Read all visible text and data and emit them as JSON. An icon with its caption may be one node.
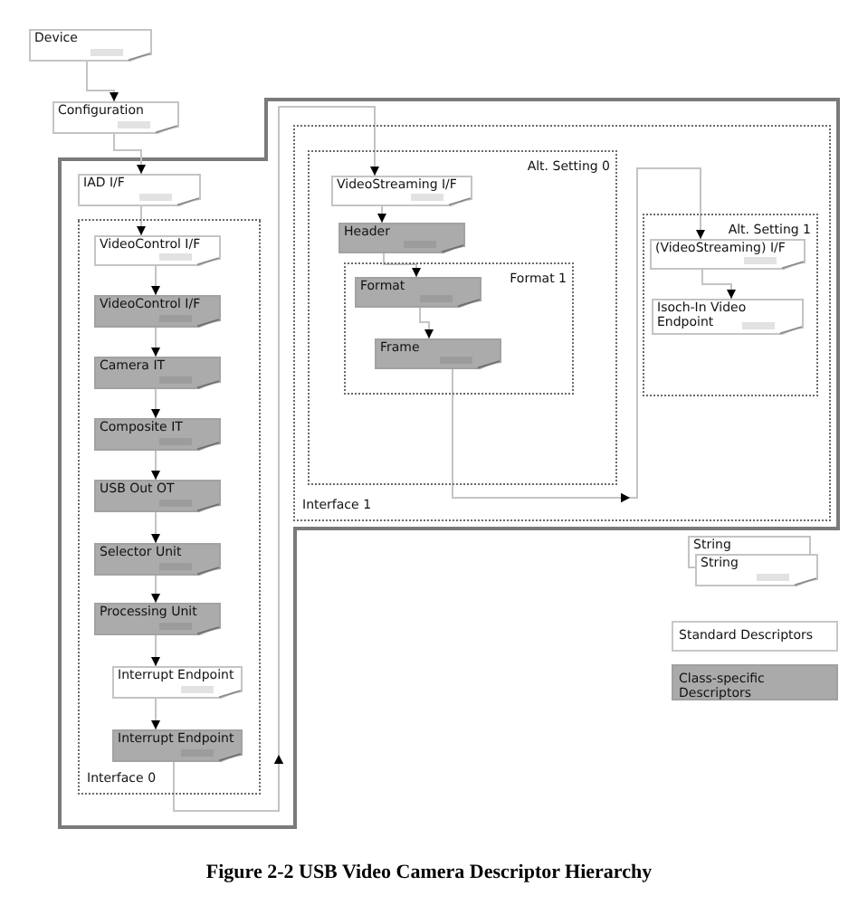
{
  "diagram": {
    "caption": "Figure 2-2 USB Video Camera Descriptor Hierarchy",
    "nodes": [
      {
        "text": [
          "Device"
        ]
      },
      {
        "text": [
          "Configuration"
        ]
      },
      {
        "text": [
          "IAD I/F"
        ]
      },
      {
        "text": [
          "Interface 0"
        ]
      },
      {
        "text": [
          "VideoControl I/F"
        ],
        "in": 3
      },
      {
        "text": [
          "VideoControl I/F"
        ],
        "in": 3
      },
      {
        "text": [
          "Camera IT"
        ],
        "in": 3
      },
      {
        "text": [
          "Composite IT"
        ],
        "in": 3
      },
      {
        "text": [
          "USB Out OT"
        ],
        "in": 3
      },
      {
        "text": [
          "Selector Unit"
        ],
        "in": 3
      },
      {
        "text": [
          "Processing Unit"
        ],
        "in": 3
      },
      {
        "text": [
          "Interrupt Endpoint"
        ],
        "in": 3
      },
      {
        "text": [
          "Interrupt Endpoint"
        ],
        "in": 3
      },
      {
        "text": [
          "Interface 1"
        ]
      },
      {
        "text": [
          "Alt. Setting 0"
        ],
        "in": 13
      },
      {
        "text": [
          "VideoStreaming I/F"
        ],
        "in": 14
      },
      {
        "text": [
          "Header"
        ],
        "in": 14
      },
      {
        "text": [
          "Format 1"
        ],
        "in": 14
      },
      {
        "text": [
          "Format"
        ],
        "in": 17
      },
      {
        "text": [
          "Frame"
        ],
        "in": 17
      },
      {
        "text": [
          "Alt. Setting 1"
        ],
        "in": 13
      },
      {
        "text": [
          "(VideoStreaming) I/F"
        ],
        "in": 20
      },
      {
        "text": [
          "Isoch-In Video Endpoint"
        ],
        "in": 20
      },
      {
        "text": [
          "String"
        ]
      },
      {
        "text": [
          "String"
        ]
      }
    ],
    "edges": [
      {
        "from": 0,
        "to": 1,
        "arrow": "to"
      },
      {
        "from": 1,
        "to": 2,
        "arrow": "to"
      },
      {
        "from": 2,
        "to": 4,
        "arrow": "to"
      },
      {
        "from": 4,
        "to": 5,
        "arrow": "to"
      },
      {
        "from": 5,
        "to": 6,
        "arrow": "to"
      },
      {
        "from": 6,
        "to": 7,
        "arrow": "to"
      },
      {
        "from": 7,
        "to": 8,
        "arrow": "to"
      },
      {
        "from": 8,
        "to": 9,
        "arrow": "to"
      },
      {
        "from": 9,
        "to": 10,
        "arrow": "to"
      },
      {
        "from": 10,
        "to": 11,
        "arrow": "to"
      },
      {
        "from": 11,
        "to": 12,
        "arrow": "to"
      },
      {
        "from": 12,
        "to": 15,
        "arrow": "to"
      },
      {
        "from": 15,
        "to": 16,
        "arrow": "to"
      },
      {
        "from": 16,
        "to": 18,
        "arrow": "to"
      },
      {
        "from": 18,
        "to": 19,
        "arrow": "to"
      },
      {
        "from": 19,
        "to": 21,
        "arrow": "to"
      },
      {
        "from": 21,
        "to": 22,
        "arrow": "to"
      }
    ],
    "legend": [
      {
        "text": "Standard Descriptors",
        "color": "#ffffff"
      },
      {
        "text": "Class-specific Descriptors",
        "color": "#aaaaaa"
      }
    ]
  }
}
